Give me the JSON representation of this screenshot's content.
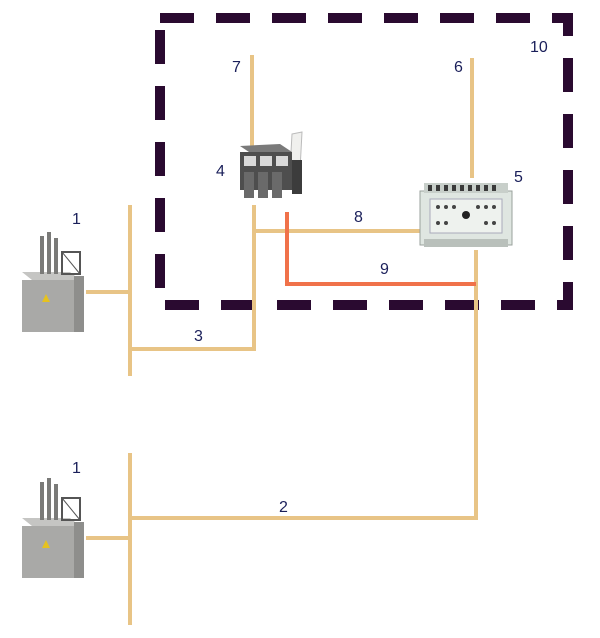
{
  "labels": {
    "substation_top": "1",
    "substation_bottom": "1",
    "line_2": "2",
    "line_3": "3",
    "switch_4": "4",
    "controller_5": "5",
    "line_6": "6",
    "line_7": "7",
    "line_8": "8",
    "line_9": "9",
    "enclosure_10": "10"
  },
  "colors": {
    "wire": "#e8c486",
    "signal_wire": "#f0724a",
    "enclosure": "#2a0a30",
    "label": "#1a1f5a",
    "cabinet": "#a9a9a7",
    "cabinet_dark": "#8e8e8c",
    "switch_body": "#5a5a5a",
    "controller_body": "#dfe6e1"
  },
  "icons": {
    "substation": "transformer-substation-icon",
    "switch": "circuit-breaker-icon",
    "controller": "relay-controller-icon"
  }
}
